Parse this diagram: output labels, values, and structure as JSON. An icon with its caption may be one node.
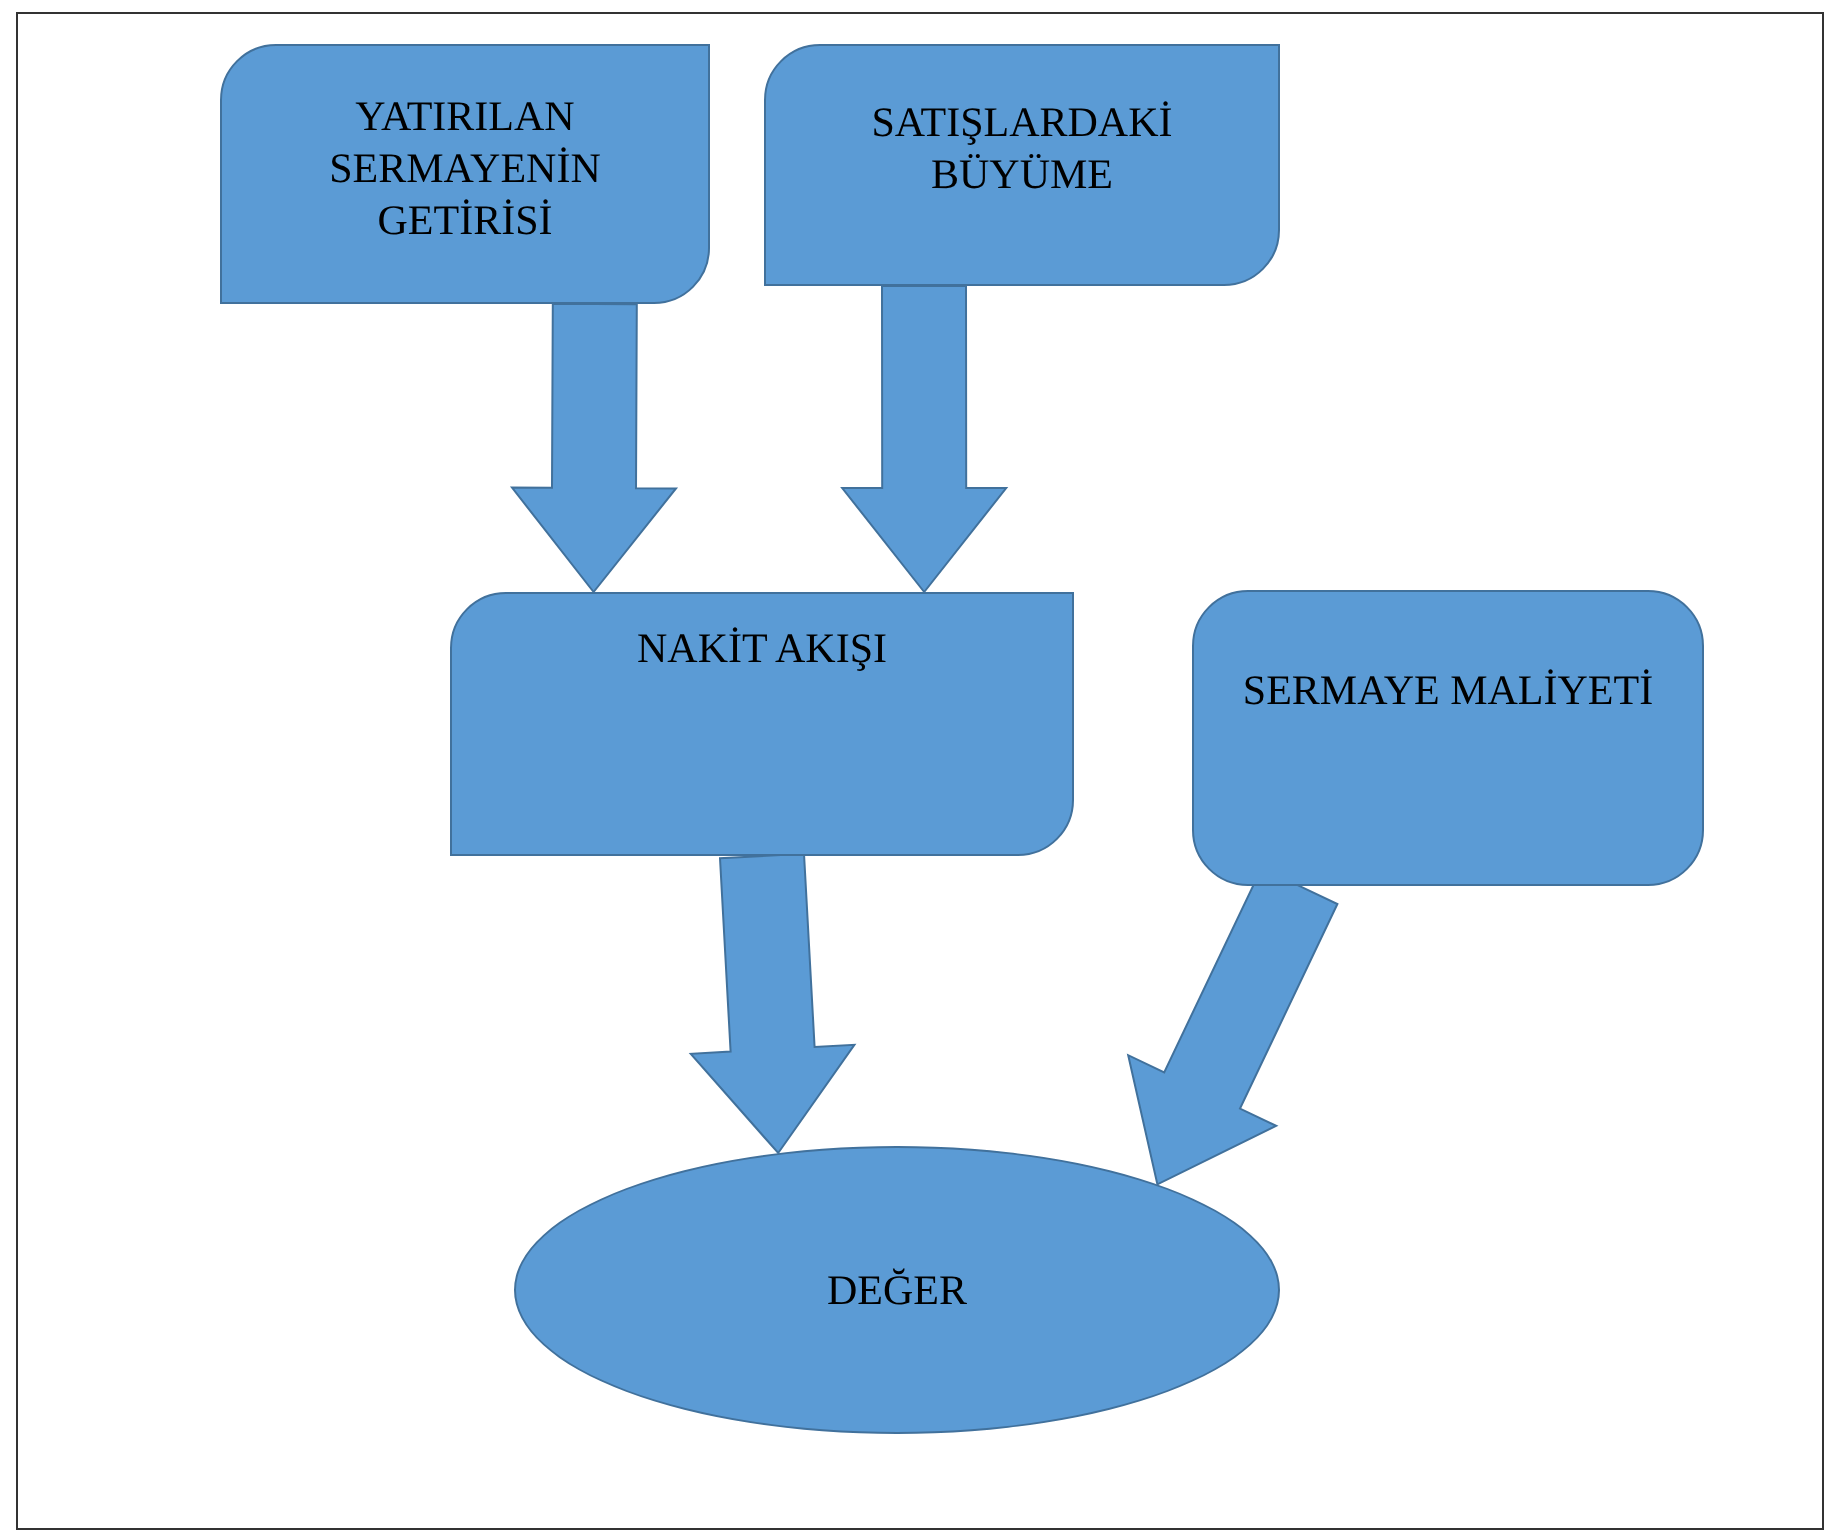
{
  "diagram": {
    "nodes": [
      {
        "text": [
          "YATIRILAN SERMAYENİN GETİRİSİ"
        ]
      },
      {
        "text": [
          "SATIŞLARDAKİ BÜYÜME"
        ]
      },
      {
        "text": [
          "NAKİT AKIŞI"
        ]
      },
      {
        "text": [
          "SERMAYE MALİYETİ"
        ]
      },
      {
        "text": [
          "DEĞER"
        ]
      }
    ],
    "edges": [
      {
        "from": 0,
        "to": 2,
        "arrow": "to"
      },
      {
        "from": 1,
        "to": 2,
        "arrow": "to"
      },
      {
        "from": 2,
        "to": 4,
        "arrow": "to"
      },
      {
        "from": 3,
        "to": 4,
        "arrow": "to"
      }
    ]
  }
}
